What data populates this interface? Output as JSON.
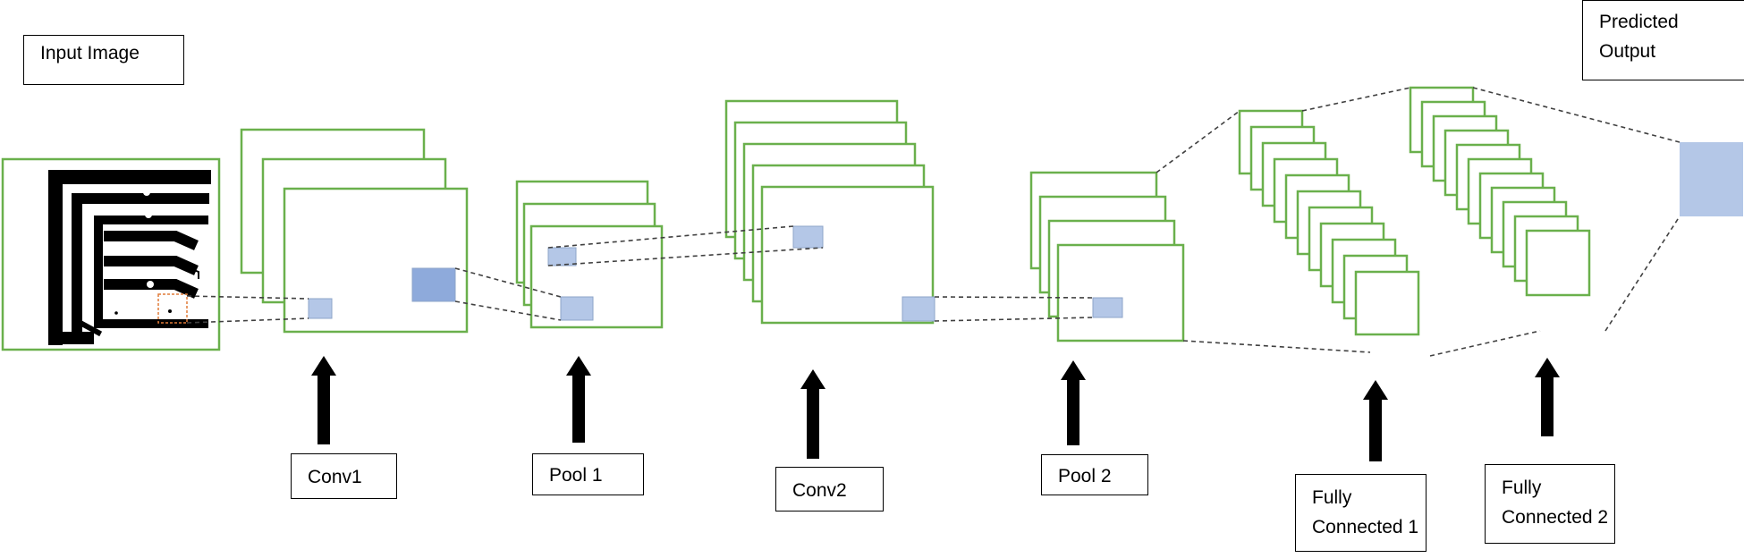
{
  "colors": {
    "frame": "#6ab04c",
    "patch": "#b4c7e7",
    "patch_dark": "#8eaadb",
    "patch_edge": "#8ea4c8",
    "selection": "#e07b39",
    "connector": "#404040",
    "arrow": "#000000"
  },
  "icons": [
    "up-arrow-icon"
  ],
  "labels": {
    "input_image": "Input Image",
    "predicted_output": "Predicted\nOutput",
    "conv1": "Conv1",
    "pool1": "Pool 1",
    "conv2": "Conv2",
    "pool2": "Pool 2",
    "fc1": "Fully\nConnected 1",
    "fc2": "Fully\nConnected 2"
  }
}
